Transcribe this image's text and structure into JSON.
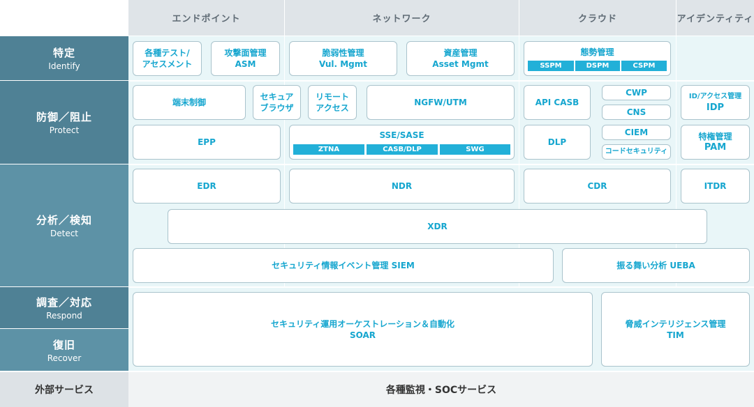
{
  "columns": {
    "endpoint": "エンドポイント",
    "network": "ネットワーク",
    "cloud": "クラウド",
    "identity": "アイデンティティ"
  },
  "rows": {
    "identify": {
      "ja": "特定",
      "en": "Identify"
    },
    "protect": {
      "ja": "防御／阻止",
      "en": "Protect"
    },
    "detect": {
      "ja": "分析／検知",
      "en": "Detect"
    },
    "respond": {
      "ja": "調査／対応",
      "en": "Respond"
    },
    "recover": {
      "ja": "復旧",
      "en": "Recover"
    },
    "external": {
      "ja": "外部サービス"
    }
  },
  "identify": {
    "test": {
      "line1": "各種テスト/",
      "line2": "アセスメント"
    },
    "asm": {
      "line1": "攻撃面管理",
      "line2": "ASM"
    },
    "vul": {
      "line1": "脆弱性管理",
      "line2": "Vul. Mgmt"
    },
    "asset": {
      "line1": "資産管理",
      "line2": "Asset Mgmt"
    },
    "posture": {
      "title": "態勢管理",
      "chips": [
        "SSPM",
        "DSPM",
        "CSPM"
      ]
    }
  },
  "protect": {
    "device_control": "端末制御",
    "secure_browser": {
      "line1": "セキュア",
      "line2": "ブラウザ"
    },
    "remote_access": {
      "line1": "リモート",
      "line2": "アクセス"
    },
    "ngfw": "NGFW/UTM",
    "api_casb": "API CASB",
    "cwp": "CWP",
    "cns": "CNS",
    "ciem": "CIEM",
    "code_security": "コードセキュリティ",
    "idp": {
      "line1": "ID/アクセス管理",
      "line2": "IDP"
    },
    "epp": "EPP",
    "sse": {
      "title": "SSE/SASE",
      "chips": [
        "ZTNA",
        "CASB/DLP",
        "SWG"
      ]
    },
    "dlp": "DLP",
    "pam": {
      "line1": "特権管理",
      "line2": "PAM"
    }
  },
  "detect": {
    "edr": "EDR",
    "ndr": "NDR",
    "cdr": "CDR",
    "itdr": "ITDR",
    "xdr": "XDR",
    "siem": "セキュリティ情報イベント管理 SIEM",
    "ueba": "振る舞い分析 UEBA"
  },
  "respond": {
    "soar": {
      "line1": "セキュリティ運用オーケストレーション＆自動化",
      "line2": "SOAR"
    },
    "tim": {
      "line1": "脅威インテリジェンス管理",
      "line2": "TIM"
    }
  },
  "external": {
    "services": "各種監視・SOCサービス"
  }
}
